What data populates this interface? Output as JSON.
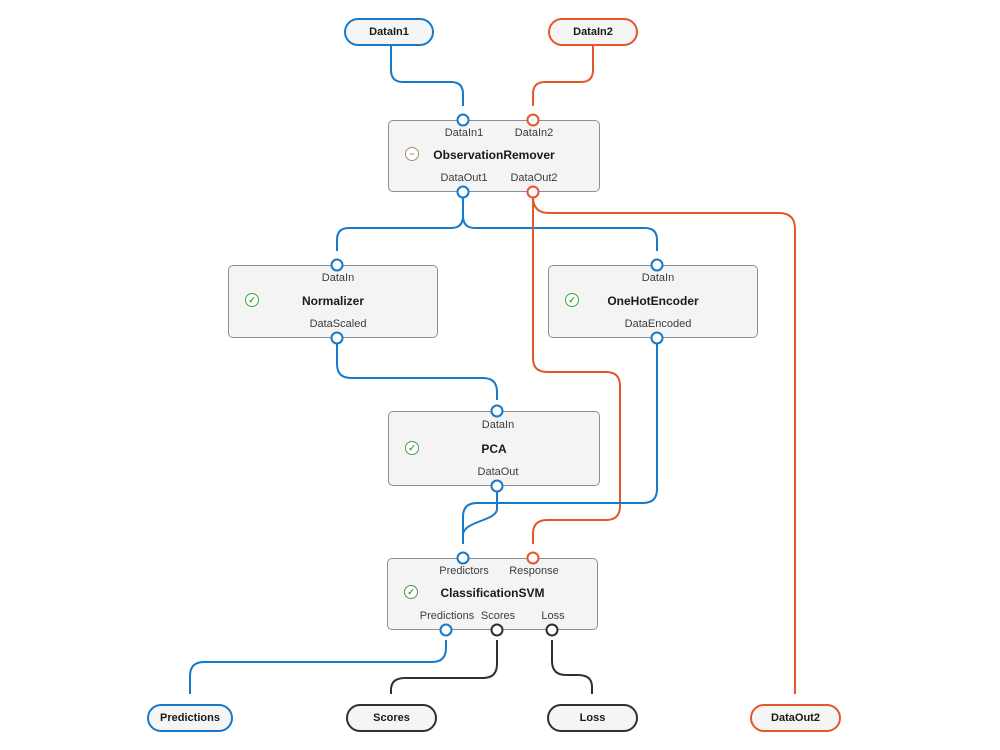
{
  "colors": {
    "blue": "#1779c9",
    "orange": "#e2582a",
    "dark": "#303030",
    "green_status": "#3fa142",
    "olive_status": "#a2945f",
    "node_fill": "#f4f4f4",
    "node_border": "#8f8f8f"
  },
  "pills": {
    "inputs": [
      {
        "label": "DataIn1",
        "color": "#1779c9"
      },
      {
        "label": "DataIn2",
        "color": "#e2582a"
      }
    ],
    "outputs": [
      {
        "label": "Predictions",
        "color": "#1779c9"
      },
      {
        "label": "Scores",
        "color": "#303030"
      },
      {
        "label": "Loss",
        "color": "#303030"
      },
      {
        "label": "DataOut2",
        "color": "#e2582a"
      }
    ]
  },
  "nodes": [
    {
      "title": "ObservationRemover",
      "status_icon": "minus-circle-icon",
      "status_glyph": "−",
      "inputs": [
        "DataIn1",
        "DataIn2"
      ],
      "outputs": [
        "DataOut1",
        "DataOut2"
      ]
    },
    {
      "title": "Normalizer",
      "status_icon": "check-circle-icon",
      "status_glyph": "✓",
      "inputs": [
        "DataIn"
      ],
      "outputs": [
        "DataScaled"
      ]
    },
    {
      "title": "OneHotEncoder",
      "status_icon": "check-circle-icon",
      "status_glyph": "✓",
      "inputs": [
        "DataIn"
      ],
      "outputs": [
        "DataEncoded"
      ]
    },
    {
      "title": "PCA",
      "status_icon": "check-circle-icon",
      "status_glyph": "✓",
      "inputs": [
        "DataIn"
      ],
      "outputs": [
        "DataOut"
      ]
    },
    {
      "title": "ClassificationSVM",
      "status_icon": "check-circle-icon",
      "status_glyph": "✓",
      "inputs": [
        "Predictors",
        "Response"
      ],
      "outputs": [
        "Predictions",
        "Scores",
        "Loss"
      ]
    }
  ],
  "edges": [
    {
      "from": "DataIn1",
      "to": "ObservationRemover.DataIn1",
      "color": "#1779c9"
    },
    {
      "from": "DataIn2",
      "to": "ObservationRemover.DataIn2",
      "color": "#e2582a"
    },
    {
      "from": "ObservationRemover.DataOut1",
      "to": "Normalizer.DataIn",
      "color": "#1779c9"
    },
    {
      "from": "ObservationRemover.DataOut1",
      "to": "OneHotEncoder.DataIn",
      "color": "#1779c9"
    },
    {
      "from": "ObservationRemover.DataOut2",
      "to": "DataOut2",
      "color": "#e2582a"
    },
    {
      "from": "ObservationRemover.DataOut2",
      "to": "ClassificationSVM.Response",
      "color": "#e2582a"
    },
    {
      "from": "Normalizer.DataScaled",
      "to": "PCA.DataIn",
      "color": "#1779c9"
    },
    {
      "from": "OneHotEncoder.DataEncoded",
      "to": "ClassificationSVM.Predictors",
      "color": "#1779c9"
    },
    {
      "from": "PCA.DataOut",
      "to": "ClassificationSVM.Predictors",
      "color": "#1779c9"
    },
    {
      "from": "ClassificationSVM.Predictions",
      "to": "Predictions",
      "color": "#1779c9"
    },
    {
      "from": "ClassificationSVM.Scores",
      "to": "Scores",
      "color": "#303030"
    },
    {
      "from": "ClassificationSVM.Loss",
      "to": "Loss",
      "color": "#303030"
    }
  ]
}
